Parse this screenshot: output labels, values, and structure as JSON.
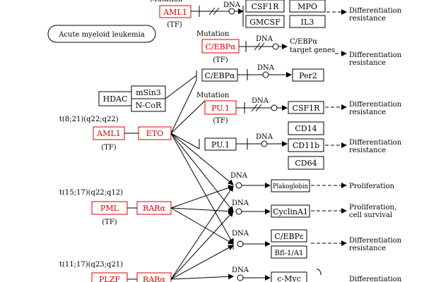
{
  "pathway": {
    "disease_label": "Acute myeloid leukemia",
    "translocations": {
      "t8_21": "t(8;21)(q22;q22)",
      "t15_17": "t(15;17)(q22;q12)",
      "t11_17": "t(11;17)(q23;q21)"
    },
    "mutation_label": "Mutation",
    "tf_label": "(TF)",
    "dna_label": "DNA",
    "genes": {
      "aml1_top": "AML1",
      "cebpa_mut": "C/EBPα",
      "cebpa": "C/EBPα",
      "pu1_mut": "PU.1",
      "pu1": "PU.1",
      "aml1": "AML1",
      "eto": "ETO",
      "pml": "PML",
      "rara_1": "RARα",
      "plzf": "PLZF",
      "rara_2": "RARα",
      "hdac": "HDAC",
      "msin3": "mSin3",
      "ncor": "N-CoR",
      "csf1r_top": "CSF1R",
      "mpo": "MPO",
      "gmcsf": "GMCSF",
      "il3": "IL3",
      "cebpa_targets": "C/EBPα\ntarget genes",
      "per2": "Per2",
      "csf1r_mid": "CSF1R",
      "cd14": "CD14",
      "cd11b": "CD11b",
      "cd64": "CD64",
      "plakoglobin": "Plakoglobin",
      "cyclina1": "CyclinA1",
      "cebpe": "C/EBPε",
      "bfl1": "Bfl-1/A1",
      "cmyc": "c-Myc"
    },
    "outcomes": {
      "diff_resist": "Differentiation\nresistance",
      "proliferation": "Proliferation",
      "prolif_survival": "Proliferation,\ncell survival",
      "differentiation": "Differentiation"
    },
    "colors": {
      "mutated_gene": "#e00000",
      "line": "#000000"
    }
  }
}
